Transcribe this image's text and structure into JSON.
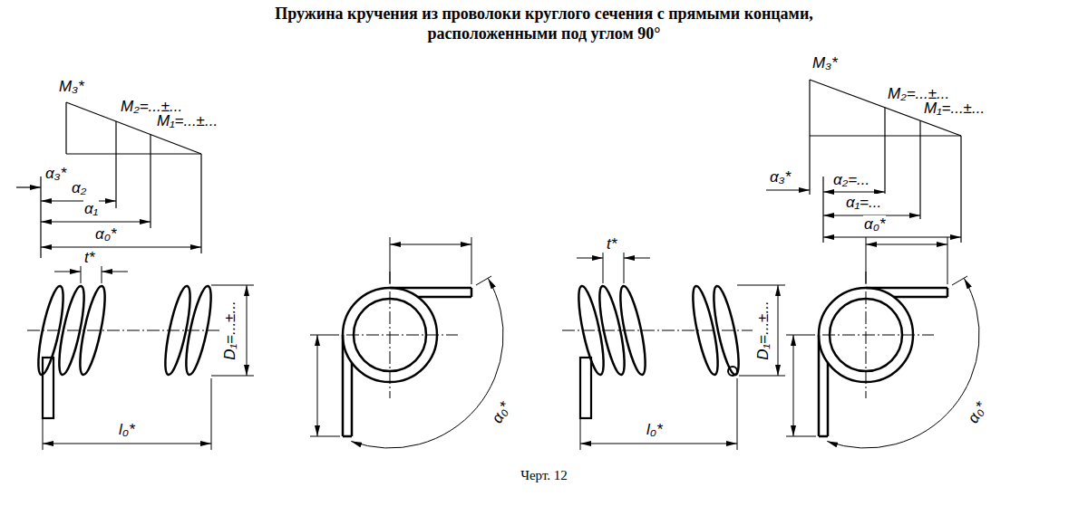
{
  "diagram": {
    "title": "Пружина кручения из проволоки круглого сечения с прямыми концами, расположенными под углом 90°",
    "caption": "Черт. 12",
    "labels": [
      "M₃*",
      "M₂=...±...",
      "M₁=...±...",
      "α₃*",
      "α₂",
      "α₁",
      "α₀*",
      "t*",
      "D₁=...±...",
      "l₀*",
      "α₀*",
      "M₃*",
      "M₂=...±...",
      "M₁=...±...",
      "α₃*",
      "α₂=...",
      "α₁=...",
      "α₀*",
      "t*",
      "D₁=...±...",
      "l₀*",
      "α₀*"
    ]
  }
}
